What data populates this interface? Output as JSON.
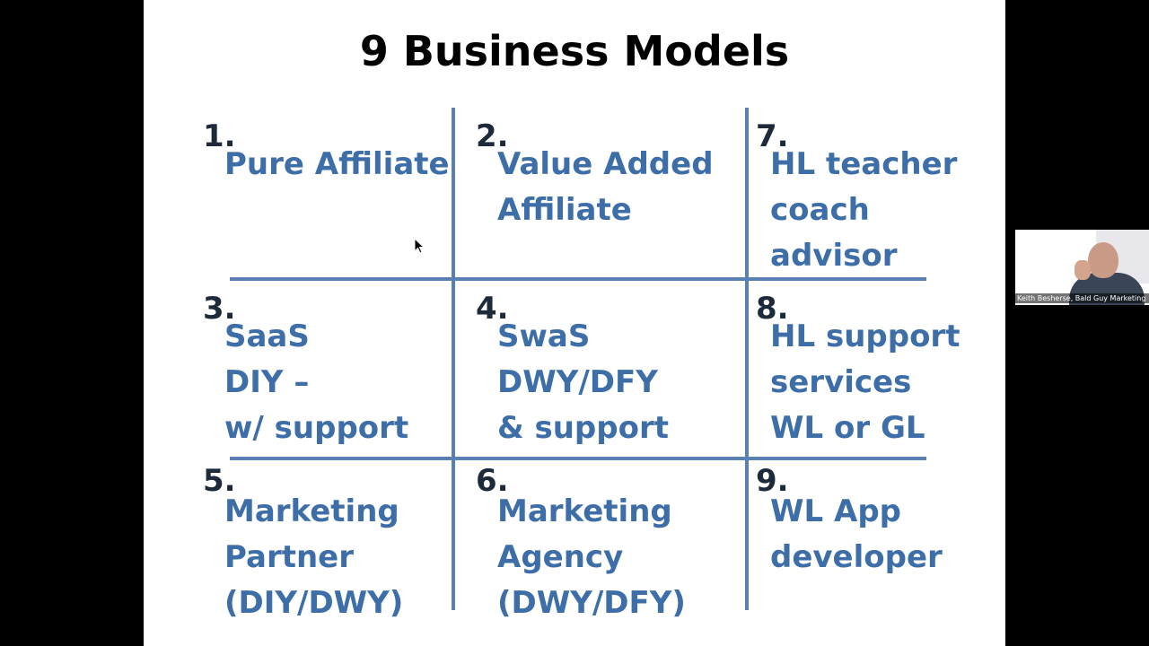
{
  "slide": {
    "title": "9 Business Models",
    "cells": [
      {
        "number": "1.",
        "lines": [
          "Pure Affiliate"
        ]
      },
      {
        "number": "2.",
        "lines": [
          "Value Added",
          "Affiliate"
        ]
      },
      {
        "number": "7.",
        "lines": [
          "HL teacher",
          "coach",
          "advisor"
        ]
      },
      {
        "number": "3.",
        "lines": [
          "SaaS",
          "DIY –",
          "w/ support"
        ]
      },
      {
        "number": "4.",
        "lines": [
          "SwaS",
          "DWY/DFY",
          "& support"
        ]
      },
      {
        "number": "8.",
        "lines": [
          "HL support",
          "services",
          "WL or GL"
        ]
      },
      {
        "number": "5.",
        "lines": [
          "Marketing",
          "Partner",
          "(DIY/DWY)"
        ]
      },
      {
        "number": "6.",
        "lines": [
          "Marketing",
          "Agency",
          "(DWY/DFY)"
        ]
      },
      {
        "number": "9.",
        "lines": [
          "WL App",
          "developer"
        ]
      }
    ]
  },
  "webcam": {
    "caption": "Keith Besherse, Bald Guy Marketing"
  },
  "colors": {
    "grid_line": "#5a7fb5",
    "label_text": "#3d6ea8",
    "number_text": "#1c2a3a",
    "background": "#000000",
    "slide_background": "#ffffff"
  }
}
